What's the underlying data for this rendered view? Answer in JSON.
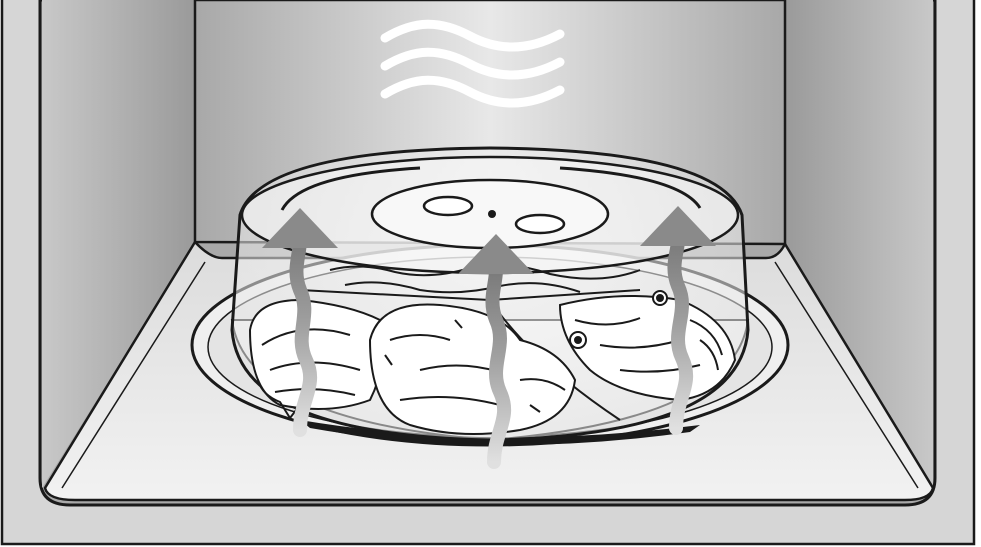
{
  "illustration": {
    "subject": "microwave-cavity-with-covered-plate",
    "microwave_waves": 3,
    "steam_arrows": 3,
    "plate_compartments": 3,
    "lid_vent_holes": 3
  },
  "colors": {
    "background": "#ffffff",
    "outline": "#1a1a1a",
    "cavity_frame": "#d9d9d9",
    "back_wall_light": "#e6e6e6",
    "back_wall_dark": "#9c9c9c",
    "side_wall": "#bdbdbd",
    "floor": "#ececec",
    "lid_glass": "#f4f4f4",
    "food_shadow": "#cfcfcf",
    "arrow_fill": "#8a8a8a",
    "wave_color": "#ffffff"
  }
}
